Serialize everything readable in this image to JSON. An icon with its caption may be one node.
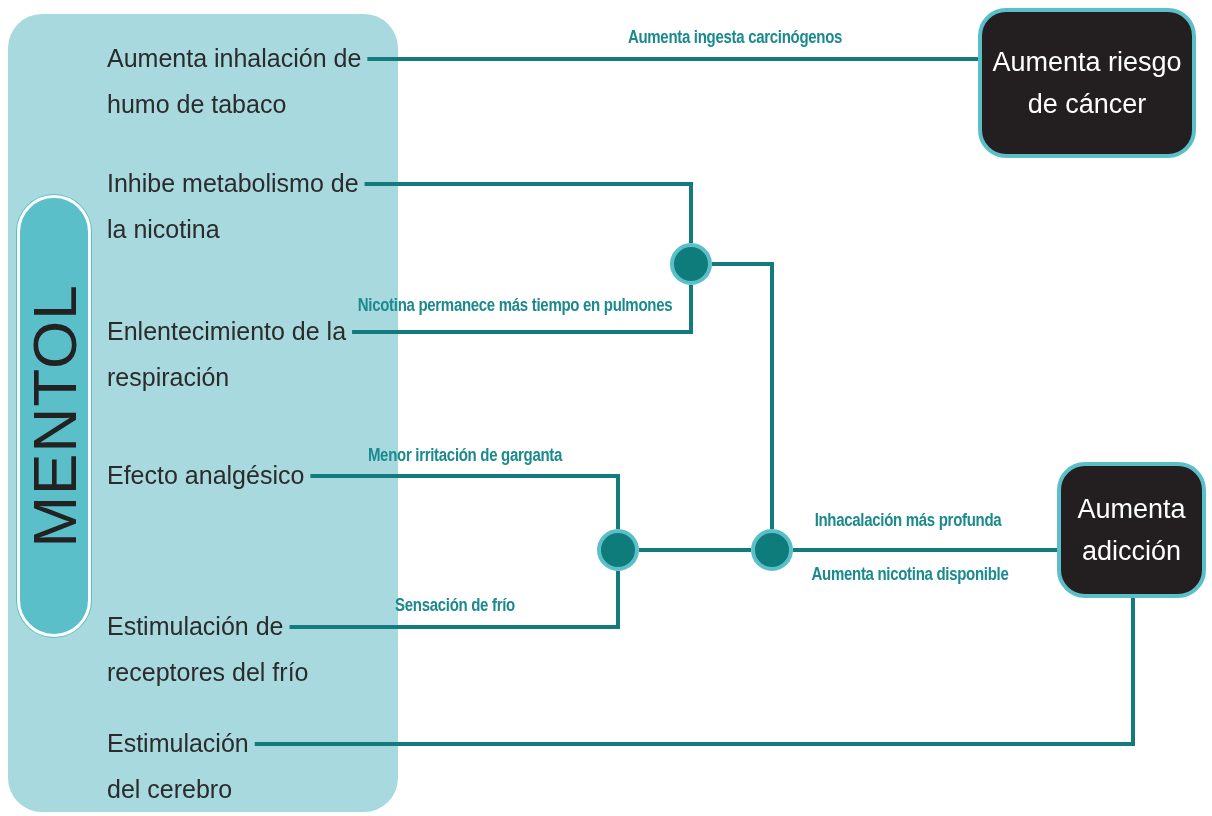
{
  "diagram": {
    "nodes": [
      {
        "text": [],
        "shape": "box"
      },
      {
        "text": [
          "MENTOL"
        ],
        "in": 0
      },
      {
        "text": [
          "Aumenta inhalación de humo de tabaco"
        ],
        "in": 0
      },
      {
        "text": [
          "Inhibe metabolismo de la nicotina"
        ],
        "in": 0
      },
      {
        "text": [
          "Enlentecimiento de la respiración"
        ],
        "in": 0
      },
      {
        "text": [
          "Efecto analgésico"
        ],
        "in": 0
      },
      {
        "text": [
          "Estimulación de receptores del frío"
        ],
        "in": 0
      },
      {
        "text": [
          "Estimulación del cerebro"
        ],
        "in": 0
      },
      {
        "text": [
          "Aumenta riesgo de cáncer"
        ]
      },
      {
        "text": [
          "Aumenta adicción"
        ]
      },
      {
        "text": [],
        "shape": "circle"
      },
      {
        "text": [],
        "shape": "circle"
      },
      {
        "text": [],
        "shape": "circle"
      }
    ],
    "edges": [
      {
        "from": 2,
        "to": 8,
        "arrow": "none",
        "label": "Aumenta ingesta carcinógenos"
      },
      {
        "from": 3,
        "to": 10,
        "arrow": "none"
      },
      {
        "from": 4,
        "to": 10,
        "arrow": "none",
        "label": "Nicotina permanece más tiempo en pulmones"
      },
      {
        "from": 10,
        "to": 12,
        "arrow": "none"
      },
      {
        "from": 5,
        "to": 11,
        "arrow": "none",
        "label": "Menor irritación de garganta"
      },
      {
        "from": 6,
        "to": 11,
        "arrow": "none",
        "label": "Sensación de frío"
      },
      {
        "from": 11,
        "to": 12,
        "arrow": "none"
      },
      {
        "from": 12,
        "to": 9,
        "arrow": "none",
        "label": "Inhacalación más profunda"
      },
      {
        "from": 7,
        "to": 9,
        "arrow": "none"
      }
    ],
    "labels": [
      "Aumenta nicotina disponible"
    ]
  }
}
